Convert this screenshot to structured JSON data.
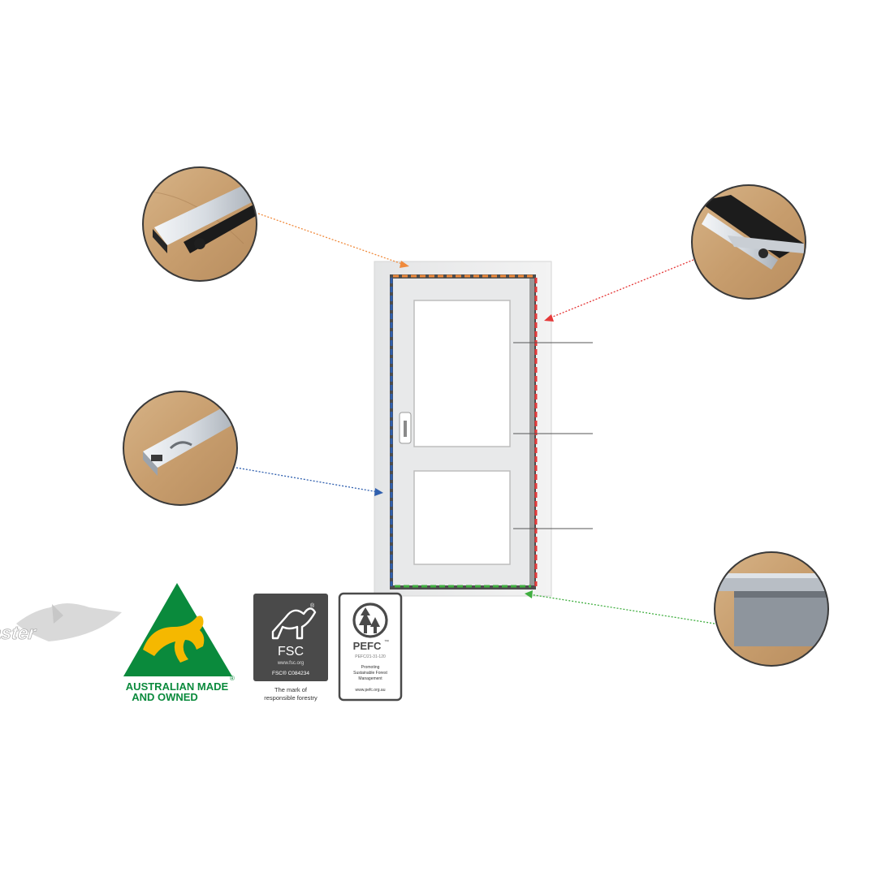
{
  "logos": {
    "ecomaster": {
      "text": "ecoMaster"
    },
    "australian_made": {
      "line1": "AUSTRALIAN MADE",
      "line2": "AND OWNED",
      "registered": "®"
    },
    "fsc": {
      "name": "FSC",
      "url": "www.fsc.org",
      "code": "FSC® C084234",
      "tagline_1": "The mark of",
      "tagline_2": "responsible forestry",
      "mark": "®"
    },
    "pefc": {
      "name": "PEFC",
      "tm": "™",
      "code": "PEFC/21-31-120",
      "line1": "Promoting",
      "line2": "Sustainable Forest",
      "line3": "Management",
      "url": "www.pefc.org.au"
    }
  },
  "colors": {
    "top_seal": "#f08a3c",
    "latch_seal": "#e53a3a",
    "hinge_seal": "#2f5fae",
    "bottom_seal": "#3fae3f",
    "australian_green": "#0a8a3c",
    "australian_gold": "#f5b800",
    "fsc_dark": "#4a4a4a"
  }
}
